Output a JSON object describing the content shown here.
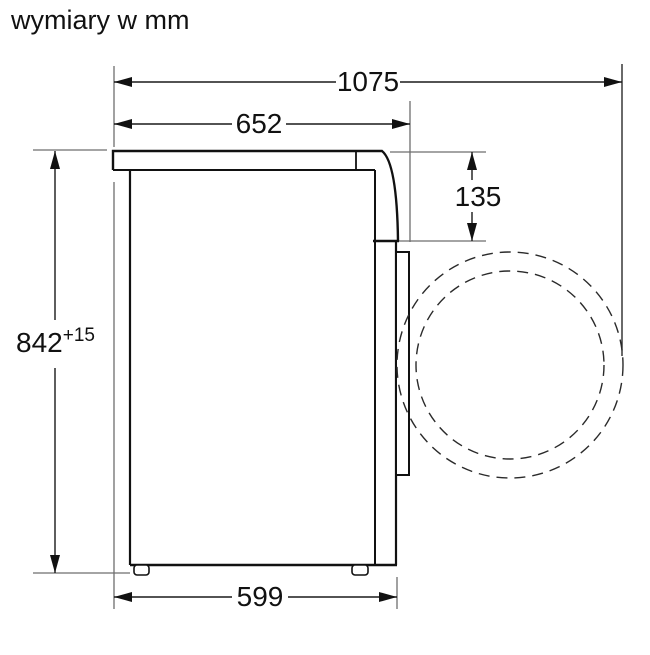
{
  "title": "wymiary w mm",
  "unit_note": "mm",
  "dimensions": {
    "depth_total_door_open": "1075",
    "depth_with_door": "652",
    "front_panel_height": "135",
    "height": "842",
    "height_tolerance": "+15",
    "cabinet_depth": "599"
  },
  "colors": {
    "outline": "#111111",
    "dimension_line": "#1a1a1a",
    "extension_line": "#6e6e6e",
    "background": "#ffffff"
  }
}
